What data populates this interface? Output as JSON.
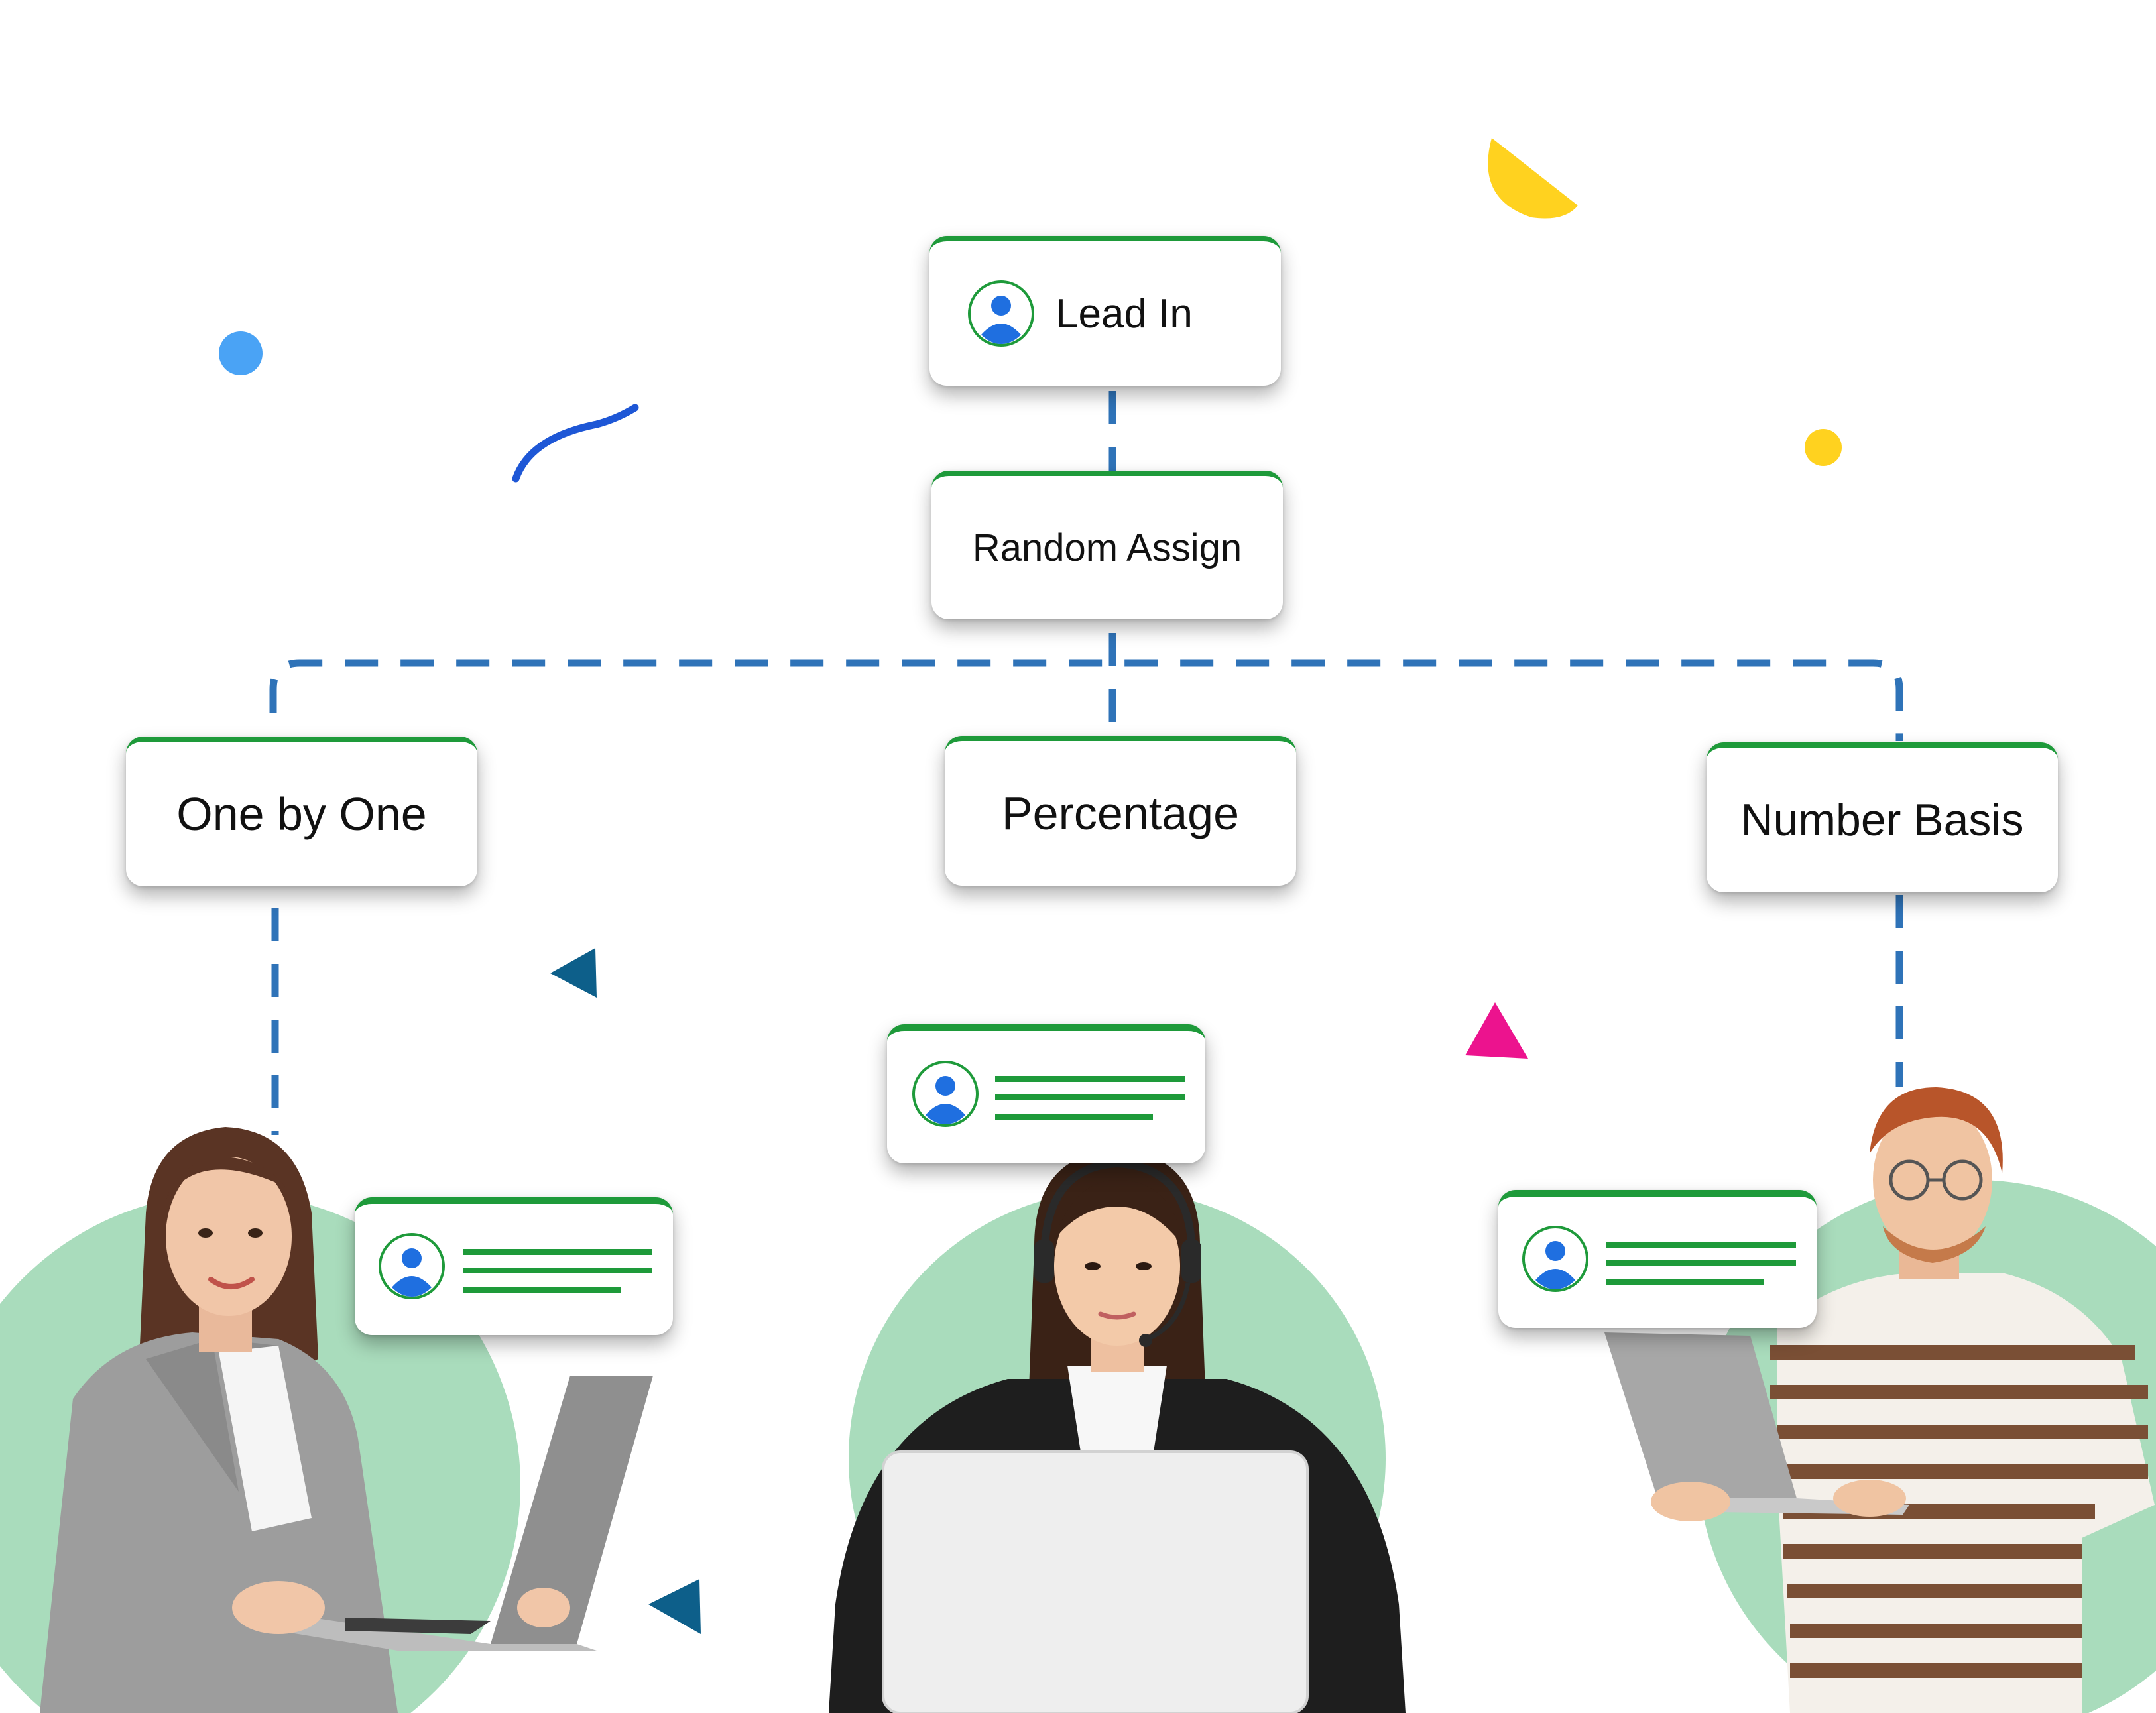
{
  "diagram": {
    "root": {
      "label": "Lead In",
      "icon": "user-avatar-icon"
    },
    "method": {
      "label": "Random Assign"
    },
    "branches": [
      {
        "label": "One by One"
      },
      {
        "label": "Percentage"
      },
      {
        "label": "Number Basis"
      }
    ]
  },
  "people": [
    {
      "name": "woman-with-laptop",
      "card_icon": "user-avatar-icon"
    },
    {
      "name": "agent-with-headset",
      "card_icon": "user-avatar-icon"
    },
    {
      "name": "man-with-laptop",
      "card_icon": "user-avatar-icon"
    }
  ],
  "colors": {
    "node_accent": "#1e9a3a",
    "connector": "#2f73b8",
    "avatar_blue": "#1f6fe0",
    "circle_bg": "#a9dcbc",
    "decor_yellow": "#ffd21f",
    "decor_blue": "#4aa3f5",
    "decor_navy": "#0d5f8a",
    "decor_pink": "#ec138e"
  }
}
